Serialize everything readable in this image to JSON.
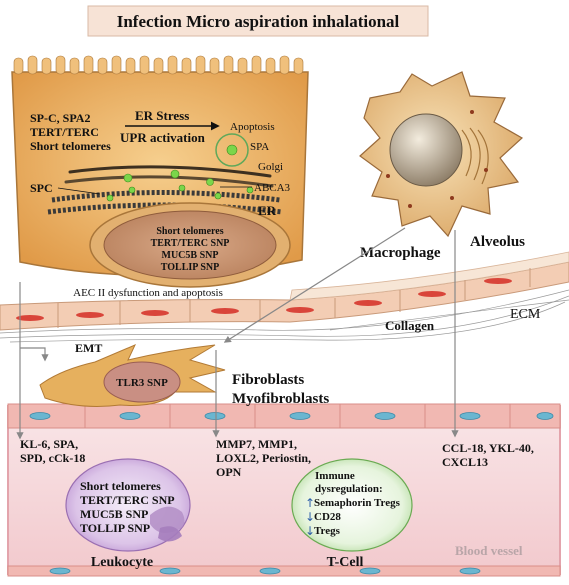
{
  "title": "Infection Micro aspiration inhalational",
  "aec": {
    "genes_left": [
      "SP-C, SPA2",
      "TERT/TERC",
      "Short telomeres"
    ],
    "er_stress": "ER Stress",
    "upr": "UPR activation",
    "apoptosis": "Apoptosis",
    "spa": "SPA",
    "golgi": "Golgi",
    "spc": "SPC",
    "abca3": "ABCA3",
    "er": "ER",
    "nucleus_lines": [
      "Short telomeres",
      "TERT/TERC SNP",
      "MUC5B SNP",
      "TOLLIP SNP"
    ],
    "caption": "AEC II dysfunction and apoptosis"
  },
  "macrophage": "Macrophage",
  "alveolus": "Alveolus",
  "ecm": "ECM",
  "collagen": "Collagen",
  "emt": "EMT",
  "fibro": {
    "snp": "TLR3 SNP",
    "line1": "Fibroblasts",
    "line2": "Myofibroblasts"
  },
  "markers": {
    "left": [
      "KL-6, SPA,",
      "SPD, cCk-18"
    ],
    "middle": [
      "MMP7, MMP1,",
      "LOXL2, Periostin,",
      "OPN"
    ],
    "right": [
      "CCL-18, YKL-40,",
      "CXCL13"
    ]
  },
  "leukocyte": {
    "lines": [
      "Short telomeres",
      "TERT/TERC SNP",
      "MUC5B SNP",
      "TOLLIP SNP"
    ],
    "label": "Leukocyte"
  },
  "tcell": {
    "lines": [
      "Immune",
      "dysregulation:",
      "Semaphorin Tregs",
      "CD28",
      "Tregs"
    ],
    "label": "T-Cell"
  },
  "blood_vessel": "Blood vessel",
  "colors": {
    "cell": "#e9ad5e",
    "vessel": "#f4d3d7",
    "membrane": "#f0c3a8",
    "leukocyte": "#c9a4d8",
    "tcell": "#c5e6b7",
    "arrow": "#888888"
  }
}
